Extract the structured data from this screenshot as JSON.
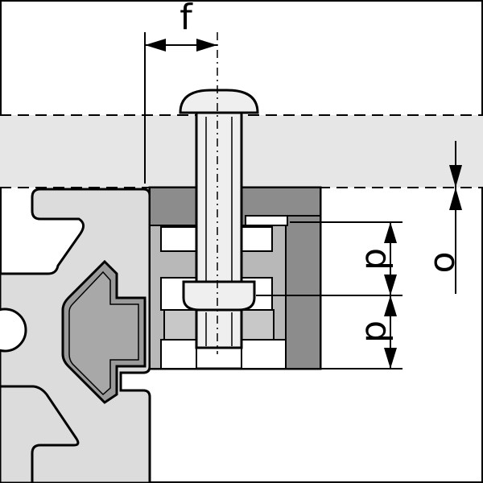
{
  "labels": {
    "f": "f",
    "o": "o",
    "d_upper": "d",
    "d_lower": "d"
  },
  "colors": {
    "profile_fill": "#dcdcdc",
    "panel_fill": "#e6e6e6",
    "dark_fill": "#8c8c8c",
    "mid_fill": "#b8b8b8",
    "light_fill": "#efefef",
    "line": "#000000",
    "background": "#ffffff"
  },
  "icons": {
    "screw": "button-head-screw-icon",
    "nut": "t-slot-nut-icon"
  }
}
